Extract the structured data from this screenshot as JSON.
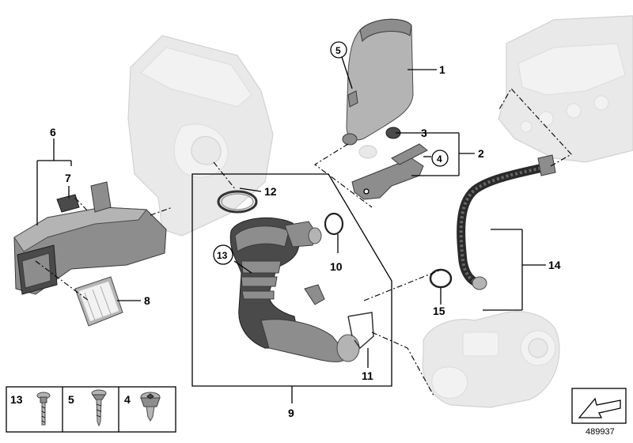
{
  "callouts": {
    "c1": "1",
    "c2": "2",
    "c3": "3",
    "c4": "4",
    "c5": "5",
    "c6": "6",
    "c7": "7",
    "c8": "8",
    "c9": "9",
    "c10": "10",
    "c11": "11",
    "c12": "12",
    "c13": "13",
    "c14": "14",
    "c15": "15"
  },
  "legend": {
    "item_13": "13",
    "item_5": "5",
    "item_4": "4"
  },
  "reference_number": "489937",
  "colors": {
    "part_dark": "#4a4a4a",
    "part_mid": "#8d8d8d",
    "ghost": "#e9e9e9",
    "line": "#000000"
  }
}
